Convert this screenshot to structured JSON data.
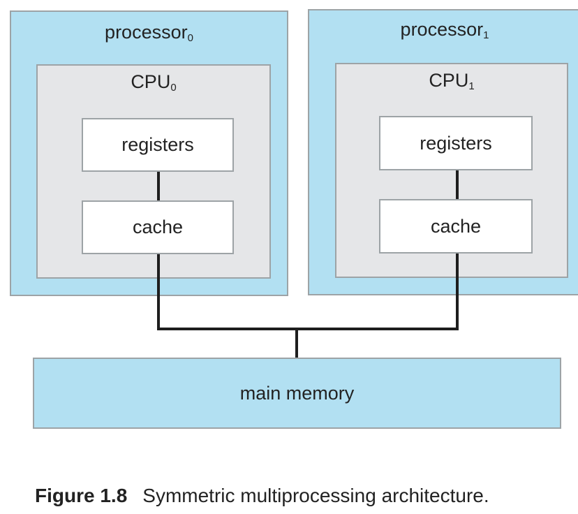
{
  "processors": [
    {
      "label": "processor",
      "subscript": "0",
      "cpu_label": "CPU",
      "cpu_subscript": "0",
      "registers": "registers",
      "cache": "cache"
    },
    {
      "label": "processor",
      "subscript": "1",
      "cpu_label": "CPU",
      "cpu_subscript": "1",
      "registers": "registers",
      "cache": "cache"
    }
  ],
  "memory": {
    "label": "main memory"
  },
  "caption": {
    "number": "Figure 1.8",
    "text": "Symmetric multiprocessing architecture."
  },
  "colors": {
    "processor": "#b2e0f2",
    "cpu": "#e5e6e8",
    "component": "#ffffff",
    "memory": "#b2e0f2",
    "connector": "#1e1e1e"
  }
}
